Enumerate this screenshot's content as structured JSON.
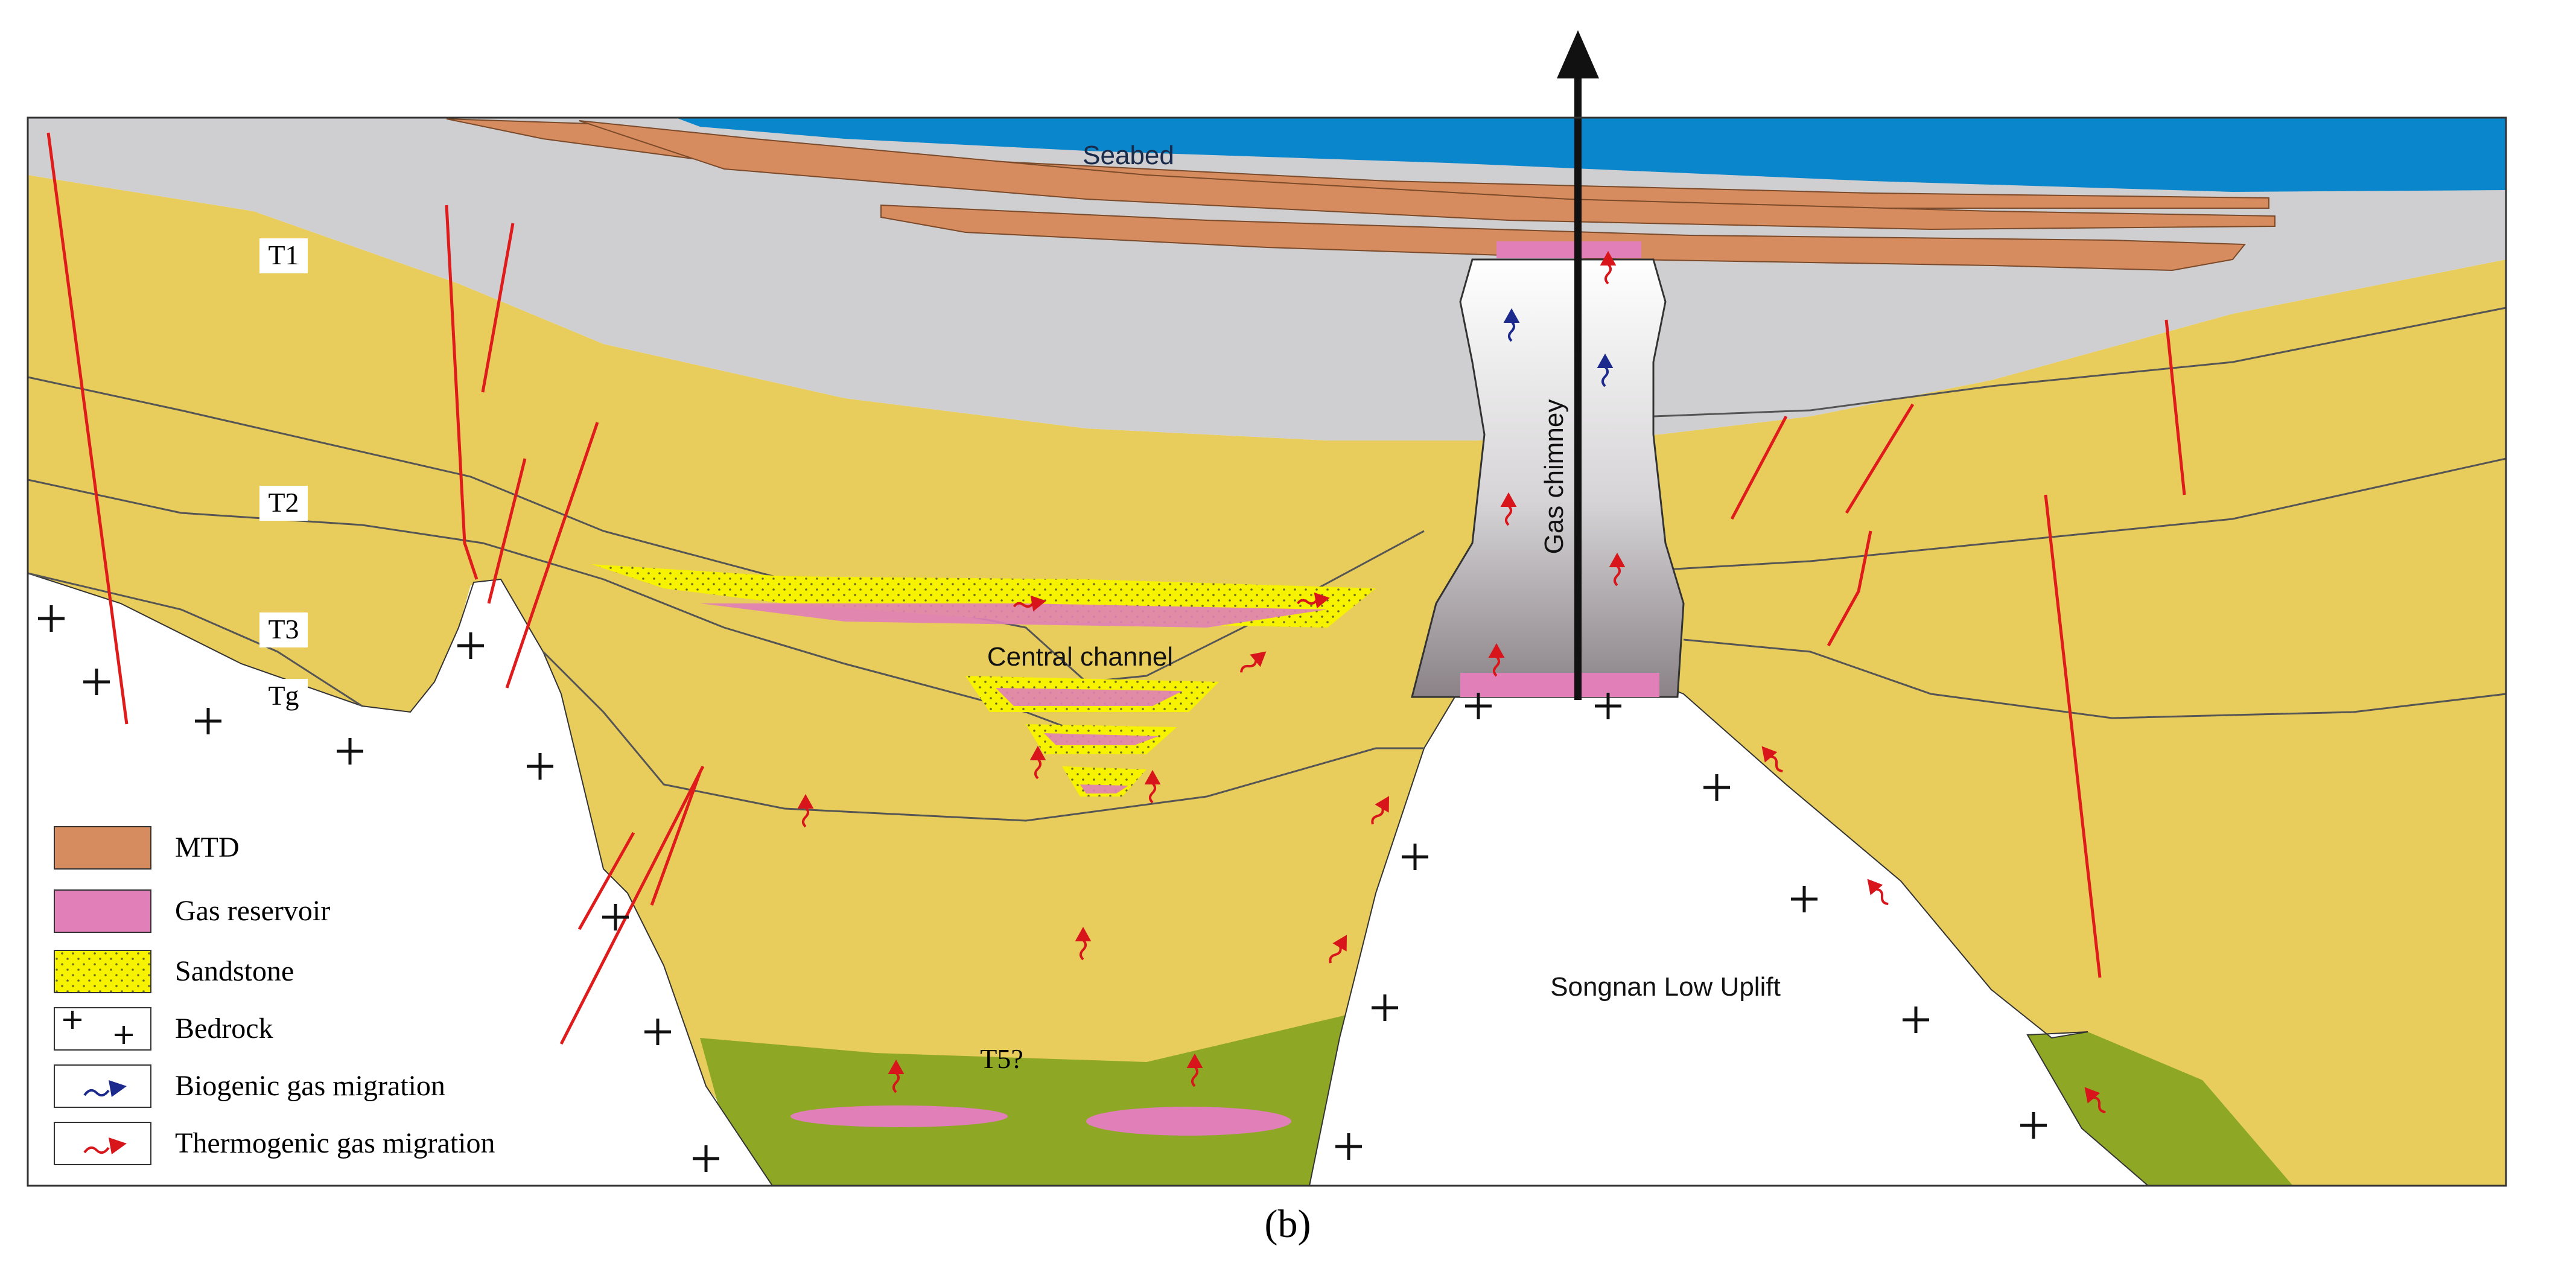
{
  "figure": {
    "panel_label": "(b)",
    "colors": {
      "seawater": "#0a86cc",
      "mtd": "#d68c5e",
      "gray_layer": "#cfcfd1",
      "yellow_layer": "#e8cd5c",
      "green_layer": "#8ea826",
      "gas_reservoir": "#e07fb8",
      "sandstone": "#f6f200",
      "fault": "#e01b1b",
      "biogenic_arrow": "#1b2a8c",
      "thermogenic_arrow": "#d8151b"
    }
  },
  "labels": {
    "seabed": "Seabed",
    "horizons": [
      "T1",
      "T2",
      "T3",
      "Tg",
      "T5?"
    ],
    "central_channel": "Central channel",
    "gas_chimney": "Gas chimney",
    "uplift": "Songnan Low Uplift"
  },
  "legend": {
    "items": [
      {
        "label": "MTD",
        "swatch": "mtd"
      },
      {
        "label": "Gas reservoir",
        "swatch": "gas"
      },
      {
        "label": "Sandstone",
        "swatch": "sand"
      },
      {
        "label": "Bedrock",
        "swatch": "bedrock"
      },
      {
        "label": "Biogenic gas migration",
        "swatch": "bio"
      },
      {
        "label": "Thermogenic gas migration",
        "swatch": "thermo"
      }
    ]
  }
}
